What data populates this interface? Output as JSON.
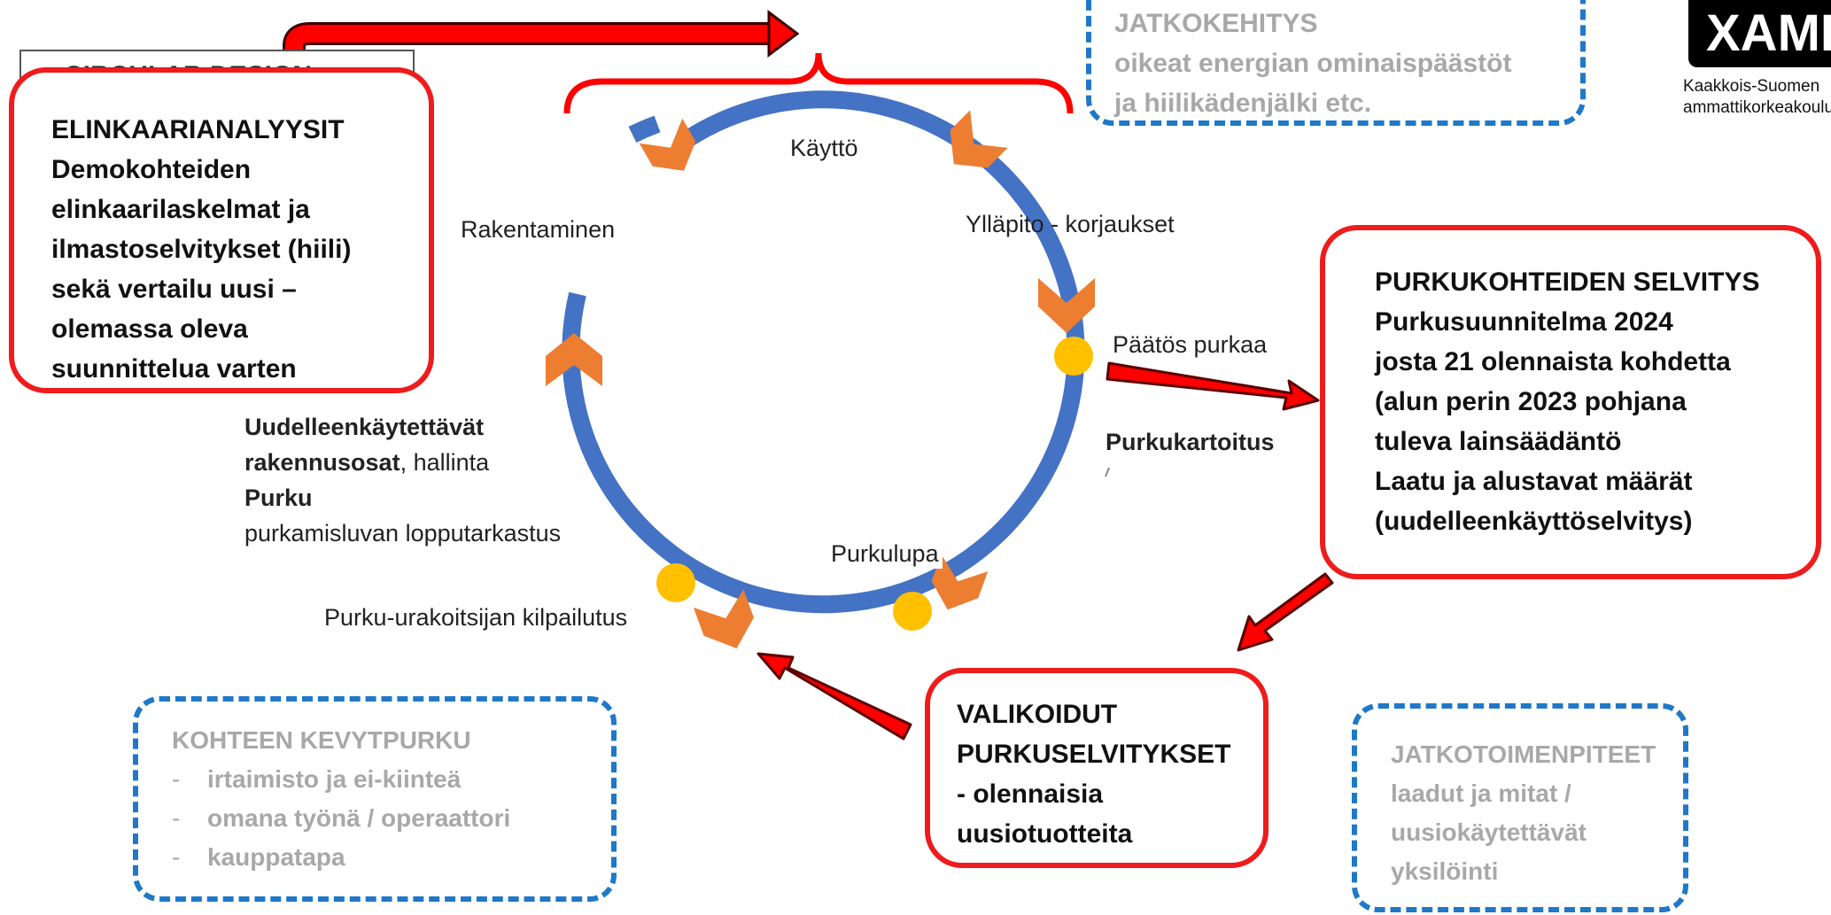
{
  "circular_design_tab": "CIRCULAR DESIGN",
  "cycle": {
    "stages": {
      "kaytto": "Käyttö",
      "yllapito": "Ylläpito - korjaukset",
      "paatos": "Päätös purkaa",
      "purkukartoitus": "Purkukartoitus",
      "purkulupa": "Purkulupa",
      "kilpailutus": "Purku-urakoitsijan kilpailutus",
      "rakentaminen": "Rakentaminen"
    },
    "left_block": {
      "line1": "Uudelleenkäytettävät",
      "line2_bold": "rakennusosat",
      "line2_rest": ", hallinta",
      "line3": "Purku",
      "line4": "purkamisluvan lopputarkastus"
    }
  },
  "boxes": {
    "elinkaari": {
      "title": "ELINKAARIANALYYSIT",
      "lines": [
        "Demokohteiden",
        "elinkaarilaskelmat ja",
        "ilmastoselvitykset (hiili)",
        "sekä vertailu uusi –",
        "olemassa oleva",
        "suunnittelua varten"
      ]
    },
    "jatkokehitys": {
      "title": "JATKOKEHITYS",
      "lines": [
        "oikeat energian ominaispäästöt",
        "ja hiilikädenjälki etc."
      ]
    },
    "purkukohteiden": {
      "title": "PURKUKOHTEIDEN SELVITYS",
      "lines": [
        "Purkusuunnitelma 2024",
        "josta 21 olennaista kohdetta",
        "(alun perin 2023 pohjana",
        "tuleva lainsäädäntö",
        "Laatu ja alustavat määrät",
        "(uudelleenkäyttöselvitys)"
      ]
    },
    "valikoidut": {
      "lines": [
        "VALIKOIDUT",
        "PURKUSELVITYKSET",
        "- olennaisia",
        "uusiotuotteita"
      ]
    },
    "kevytpurku": {
      "title": "KOHTEEN KEVYTPURKU",
      "items": [
        "irtaimisto ja ei-kiinteä",
        "omana työnä / operaattori",
        "kauppatapa"
      ],
      "dash": "-"
    },
    "jatkotoimenpiteet": {
      "title": "JATKOTOIMENPITEET",
      "lines": [
        "laadut ja mitat /",
        "uusiokäytettävät",
        "yksilöinti"
      ]
    }
  },
  "logo": {
    "mark": "XAMK",
    "line1": "Kaakkois-Suomen",
    "line2": "ammattikorkeakoulu"
  },
  "colors": {
    "ring": "#4472c4",
    "chevron": "#ed7d31",
    "milestone": "#ffc000",
    "red_arrow": "#ff0000",
    "red_border": "#ee1c1c",
    "blue_dash": "#1f78c8"
  }
}
